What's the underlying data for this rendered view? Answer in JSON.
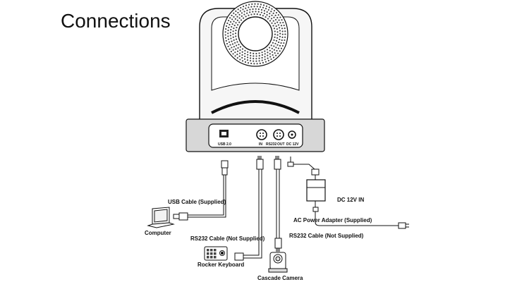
{
  "title": "Connections",
  "ports": {
    "usb": "USB 2.0",
    "in": "IN",
    "rs232": "RS232",
    "out": "OUT",
    "dc": "DC 12V"
  },
  "labels": {
    "usb_cable": "USB Cable (Supplied)",
    "computer": "Computer",
    "rs232_cable_in": "RS232 Cable (Not Supplied)",
    "rocker_keyboard": "Rocker Keyboard",
    "dc_in": "DC 12V IN",
    "ac_adapter": "AC Power Adapter (Supplied)",
    "rs232_cable_out": "RS232 Cable (Not Supplied)",
    "cascade_camera": "Cascade Camera"
  }
}
